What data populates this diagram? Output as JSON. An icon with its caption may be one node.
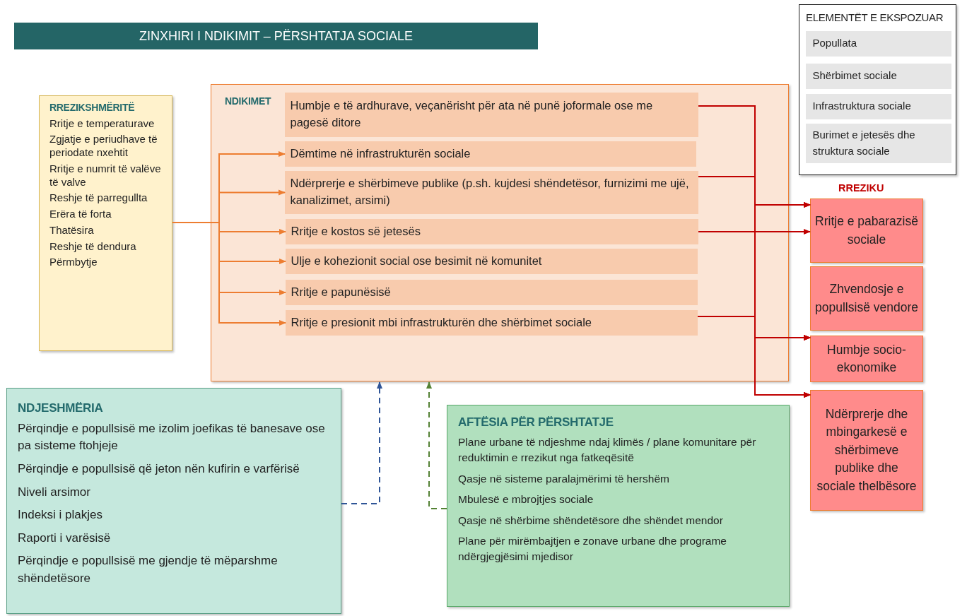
{
  "diagram": {
    "title": "ZINXHIRI I NDIKIMIT – PËRSHTATJA SOCIALE",
    "nodes": [
      {
        "text": [
          "RREZIKSHMËRITË",
          "Rritje e temperaturave",
          "Zgjatje e periudhave të periodate nxehtit",
          "Rritje e numrit të valëve të valve",
          "Reshje të parregullta",
          "Erëra të forta",
          "Thatësira",
          "Reshje të dendura",
          "Përmbytje"
        ]
      },
      {
        "text": [
          "NDIKIMET"
        ]
      },
      {
        "text": [
          "Humbje e të ardhurave, veçanërisht për ata në punë joformale ose me pagesë ditore"
        ],
        "in": 1
      },
      {
        "text": [
          "Dëmtime në infrastrukturën sociale"
        ],
        "in": 1
      },
      {
        "text": [
          "Ndërprerje e shërbimeve publike (p.sh. kujdesi shëndetësor, furnizimi me ujë, kanalizimet, arsimi)"
        ],
        "in": 1
      },
      {
        "text": [
          "Rritje e kostos së jetesës"
        ],
        "in": 1
      },
      {
        "text": [
          "Ulje e kohezionit social ose besimit në komunitet"
        ],
        "in": 1
      },
      {
        "text": [
          "Rritje e papunësisë"
        ],
        "in": 1
      },
      {
        "text": [
          "Rritje e presionit mbi infrastrukturën dhe shërbimet sociale"
        ],
        "in": 1
      },
      {
        "text": [
          "ELEMENTËT E EKSPOZUAR"
        ]
      },
      {
        "text": [
          "Popullata"
        ],
        "in": 9
      },
      {
        "text": [
          "Shërbimet sociale"
        ],
        "in": 9
      },
      {
        "text": [
          "Infrastruktura sociale"
        ],
        "in": 9
      },
      {
        "text": [
          "Burimet e jetesës dhe struktura sociale"
        ],
        "in": 9
      },
      {
        "text": [
          "Rritje e pabarazisë sociale"
        ]
      },
      {
        "text": [
          "Zhvendosje e popullsisë vendore"
        ]
      },
      {
        "text": [
          "Humbje socio-ekonomike"
        ]
      },
      {
        "text": [
          "Ndërprerje dhe mbingarkesë e shërbimeve publike dhe sociale thelbësore"
        ]
      },
      {
        "text": [
          "NDJESHMËRIA",
          "Përqindje e popullsisë me izolim joefikas të banesave ose pa sisteme ftohjeje",
          "Përqindje e popullsisë që jeton nën kufirin e varfërisë",
          "Niveli arsimor",
          "Indeksi i plakjes",
          "Raporti i varësisë",
          "Përqindje e popullsisë me gjendje të mëparshme shëndetësore"
        ]
      },
      {
        "text": [
          "AFTËSIA PËR PËRSHTATJE",
          "Plane urbane të ndjeshme ndaj klimës / plane komunitare për reduktimin e rrezikut nga fatkeqësitë",
          "Qasje në sisteme paralajmërimi të hershëm",
          "Mbulesë e mbrojtjes sociale",
          "Qasje në shërbime shëndetësore dhe shëndet mendor",
          "Plane për mirëmbajtjen e zonave urbane dhe programe ndërgjegjësimi mjedisor"
        ]
      }
    ],
    "edges": [
      {
        "from": 0,
        "to": 3,
        "arrow": "to",
        "color": "#ed7d31"
      },
      {
        "from": 0,
        "to": 4,
        "arrow": "to",
        "color": "#ed7d31"
      },
      {
        "from": 0,
        "to": 5,
        "arrow": "to",
        "color": "#ed7d31"
      },
      {
        "from": 0,
        "to": 6,
        "arrow": "to",
        "color": "#ed7d31"
      },
      {
        "from": 0,
        "to": 7,
        "arrow": "to",
        "color": "#ed7d31"
      },
      {
        "from": 0,
        "to": 8,
        "arrow": "to",
        "color": "#ed7d31"
      },
      {
        "from": 2,
        "to": 14,
        "arrow": "to"
      },
      {
        "from": 2,
        "to": 16,
        "arrow": "to"
      },
      {
        "from": 2,
        "to": 17,
        "arrow": "to"
      },
      {
        "from": 4,
        "to": 14,
        "arrow": "to"
      },
      {
        "from": 4,
        "to": 16,
        "arrow": "to"
      },
      {
        "from": 4,
        "to": 17,
        "arrow": "to"
      },
      {
        "from": 5,
        "to": 14,
        "arrow": "to"
      },
      {
        "from": 5,
        "to": 16,
        "arrow": "to"
      },
      {
        "from": 5,
        "to": 17,
        "arrow": "to"
      },
      {
        "from": 8,
        "to": 14,
        "arrow": "to"
      },
      {
        "from": 8,
        "to": 16,
        "arrow": "to"
      },
      {
        "from": 8,
        "to": 17,
        "arrow": "to"
      },
      {
        "from": 18,
        "to": 1,
        "arrow": "to",
        "style": "dashed",
        "color": "#2f5597"
      },
      {
        "from": 19,
        "to": 1,
        "arrow": "to",
        "style": "dashed",
        "color": "#548235"
      }
    ],
    "labels": [
      "RREZIKU"
    ]
  }
}
